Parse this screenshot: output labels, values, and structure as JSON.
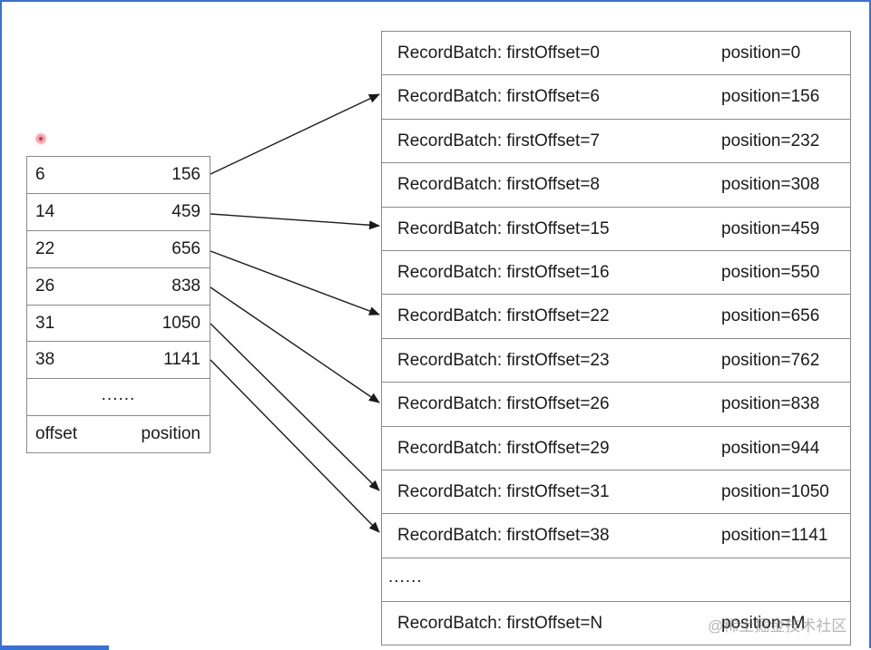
{
  "index": {
    "rows": [
      {
        "offset": "6",
        "position": "156"
      },
      {
        "offset": "14",
        "position": "459"
      },
      {
        "offset": "22",
        "position": "656"
      },
      {
        "offset": "26",
        "position": "838"
      },
      {
        "offset": "31",
        "position": "1050"
      },
      {
        "offset": "38",
        "position": "1141"
      }
    ],
    "ellipsis": "......",
    "header_offset": "offset",
    "header_position": "position"
  },
  "log": {
    "rows": [
      {
        "batch": "RecordBatch: firstOffset=0",
        "position": "position=0"
      },
      {
        "batch": "RecordBatch: firstOffset=6",
        "position": "position=156"
      },
      {
        "batch": "RecordBatch: firstOffset=7",
        "position": "position=232"
      },
      {
        "batch": "RecordBatch: firstOffset=8",
        "position": "position=308"
      },
      {
        "batch": "RecordBatch: firstOffset=15",
        "position": "position=459"
      },
      {
        "batch": "RecordBatch: firstOffset=16",
        "position": "position=550"
      },
      {
        "batch": "RecordBatch: firstOffset=22",
        "position": "position=656"
      },
      {
        "batch": "RecordBatch: firstOffset=23",
        "position": "position=762"
      },
      {
        "batch": "RecordBatch: firstOffset=26",
        "position": "position=838"
      },
      {
        "batch": "RecordBatch: firstOffset=29",
        "position": "position=944"
      },
      {
        "batch": "RecordBatch: firstOffset=31",
        "position": "position=1050"
      },
      {
        "batch": "RecordBatch: firstOffset=38",
        "position": "position=1141"
      }
    ],
    "ellipsis": "......",
    "last": {
      "batch": "RecordBatch: firstOffset=N",
      "position": "position=M"
    }
  },
  "watermark": "@稀土掘金技术社区",
  "colors": {
    "frame": "#3a6fd8",
    "border": "#8a8a8a",
    "text": "#1a1a1a",
    "arrow": "#1a1a1a"
  }
}
